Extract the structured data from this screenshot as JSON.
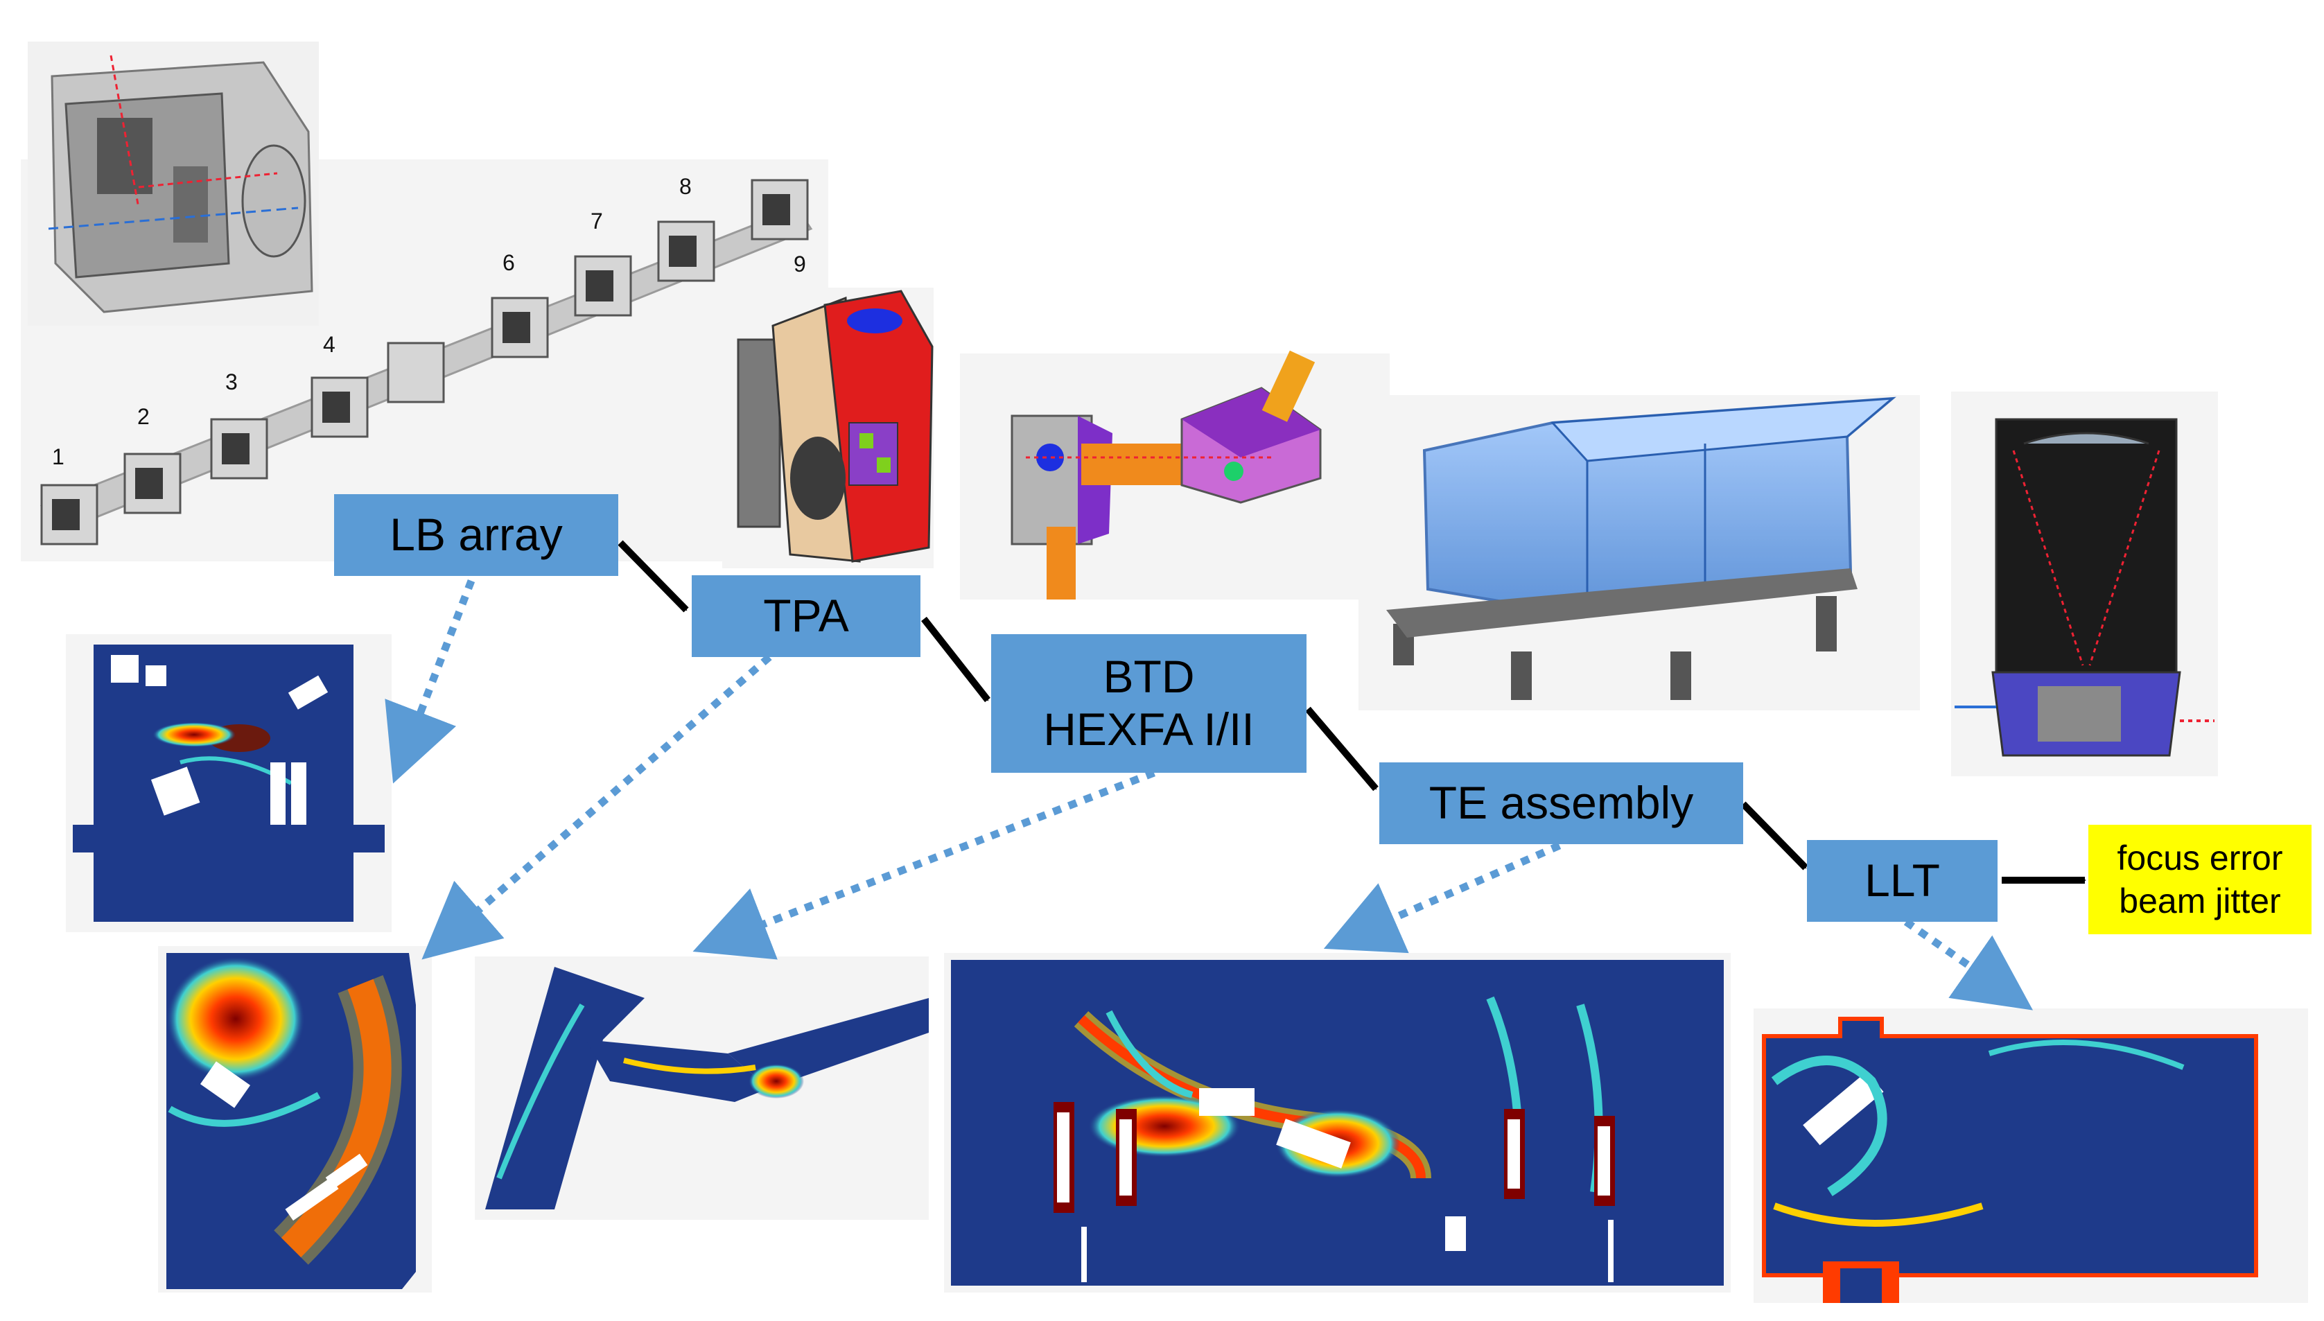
{
  "nodes": {
    "lb_array": "LB array",
    "tpa": "TPA",
    "btd_line1": "BTD",
    "btd_line2": "HEXFA I/II",
    "te_assembly": "TE assembly",
    "llt": "LLT"
  },
  "output": {
    "line1": "focus error",
    "line2": "beam jitter"
  },
  "lb_numbers": [
    "1",
    "2",
    "3",
    "4",
    "6",
    "7",
    "8",
    "9"
  ],
  "colors": {
    "box_fill": "#5b9bd5",
    "output_fill": "#ffff00",
    "solid_arrow": "#000000",
    "dotted_arrow": "#5b9bd5",
    "cfd_background": "#1e3a8a"
  },
  "icons": {
    "lb_array_cad": "launch-box-array-cad-icon",
    "tpa_cad": "tpa-cad-icon",
    "btd_cad": "btd-hexfa-cad-icon",
    "te_cad": "te-assembly-cad-icon",
    "llt_cad": "llt-cad-icon"
  }
}
